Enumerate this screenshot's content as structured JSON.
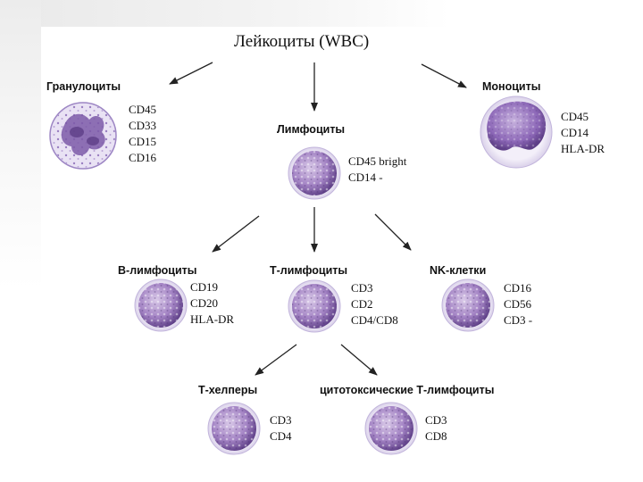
{
  "title": "Лейкоциты (WBC)",
  "nodes": {
    "granulocytes": {
      "label": "Гранулоциты",
      "markers": [
        "CD45",
        "CD33",
        "CD15",
        "CD16"
      ]
    },
    "lymphocytes": {
      "label": "Лимфоциты",
      "markers": [
        "CD45 bright",
        "CD14 -"
      ]
    },
    "monocytes": {
      "label": "Моноциты",
      "markers": [
        "CD45",
        "CD14",
        "HLA-DR"
      ]
    },
    "b_lymphocytes": {
      "label": "B-лимфоциты",
      "markers": [
        "CD19",
        "CD20",
        "HLA-DR"
      ]
    },
    "t_lymphocytes": {
      "label": "Т-лимфоциты",
      "markers": [
        "CD3",
        "CD2",
        "CD4/CD8"
      ]
    },
    "nk_cells": {
      "label": "NK-клетки",
      "markers": [
        "CD16",
        "CD56",
        "CD3 -"
      ]
    },
    "t_helpers": {
      "label": "Т-хелперы",
      "markers": [
        "CD3",
        "CD4"
      ]
    },
    "cytotoxic_t": {
      "label": "цитотоксические Т-лимфоциты",
      "markers": [
        "CD3",
        "CD8"
      ]
    }
  },
  "colors": {
    "cell_fill": "#b49acb",
    "cell_dark": "#5e3f87",
    "cell_rim": "#dcd6ec",
    "arrow": "#222222"
  }
}
